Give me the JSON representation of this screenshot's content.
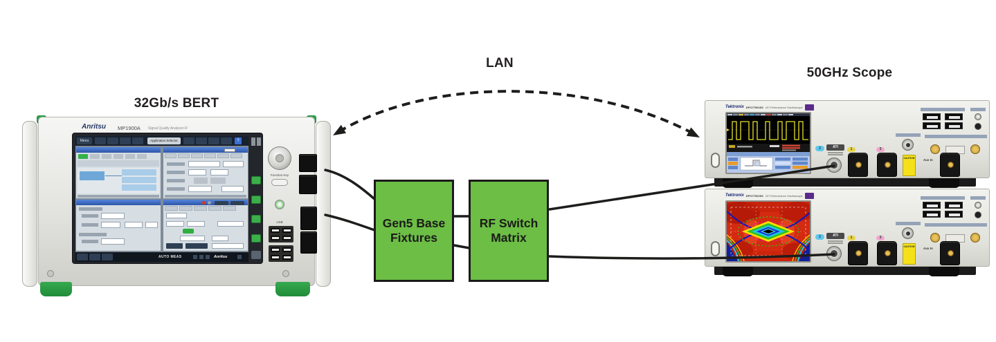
{
  "labels": {
    "bert": "32Gb/s BERT",
    "lan": "LAN",
    "scope": "50GHz Scope"
  },
  "fixtures_box": {
    "line1": "Gen5 Base",
    "line2": "Fixtures"
  },
  "switch_box": {
    "line1": "RF Switch",
    "line2": "Matrix"
  },
  "bert": {
    "brand": "Anritsu",
    "model": "MP1900A",
    "subtitle": "Signal Quality Analyzer-R",
    "menu_button": "Menu",
    "app_selector_button": "Application Selector",
    "help_button": "?",
    "function_key_label": "Function Key",
    "usb_label": "USB",
    "status": "AUTO MEAS",
    "status_brand": "Anritsu"
  },
  "scope": {
    "brand": "Tektronix",
    "model": "DPO77002SX",
    "type": "ATI Performance Oscilloscope",
    "ati_label": "ATI",
    "aux_label": "Aux In",
    "caution_label": "CAUTION",
    "ch1": "1",
    "ch2": "2",
    "ch3": "3"
  },
  "colors": {
    "box_green": "#6cbe45",
    "connector_line": "#1d1d1b",
    "accent_blue_title": "#2d56a8"
  }
}
